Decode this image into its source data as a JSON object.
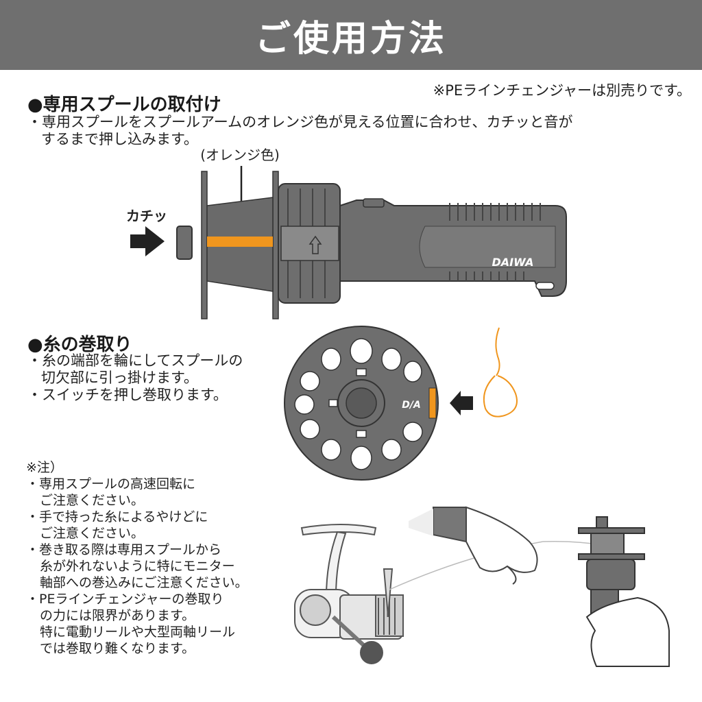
{
  "header": {
    "title": "ご使用方法"
  },
  "top_note": "※PEラインチェンジャーは別売りです。",
  "section1": {
    "title": "●専用スプールの取付け",
    "lines": [
      "・専用スプールをスプールアームのオレンジ色が見える位置に合わせ、カチッと音が",
      "するまで押し込みます。"
    ],
    "orange_label": "(オレンジ色)",
    "click_label": "カチッ",
    "brand": "DAIWA"
  },
  "section2": {
    "title": "●糸の巻取り",
    "lines": [
      "・糸の端部を輪にしてスプールの",
      "切欠部に引っ掛けます。",
      "・スイッチを押し巻取ります。"
    ]
  },
  "caution": {
    "heading": "※注）",
    "items": [
      [
        "・専用スプールの高速回転に",
        "ご注意ください。"
      ],
      [
        "・手で持った糸によるやけどに",
        "ご注意ください。"
      ],
      [
        "・巻き取る際は専用スプールから",
        "糸が外れないように特にモニター",
        "軸部への巻込みにご注意ください。"
      ],
      [
        "・PEラインチェンジャーの巻取り",
        "の力には限界があります。",
        "特に電動リールや大型両軸リール",
        "では巻取り難くなります。"
      ]
    ]
  },
  "colors": {
    "header_bg": "#6f6f6f",
    "accent_orange": "#f0961e",
    "device_gray": "#6e6e6e"
  }
}
